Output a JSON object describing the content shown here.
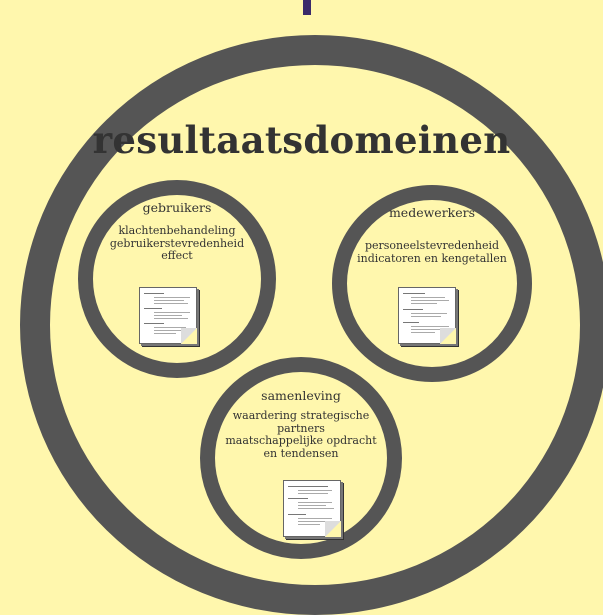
{
  "title": "resultaatsdomeinen",
  "domains": [
    {
      "label": "gebruikers",
      "items": [
        "klachtenbehandeling",
        "gebruikerstevredenheid",
        "effect"
      ]
    },
    {
      "label": "medewerkers",
      "items": [
        "personeelstevredenheid",
        "indicatoren en kengetallen"
      ]
    },
    {
      "label": "samenleving",
      "items": [
        "waardering strategische",
        "partners",
        "maatschappelijke opdracht",
        "en tendensen"
      ]
    }
  ],
  "colors": {
    "background": "#fff7ad",
    "ring": "#555555",
    "text": "#333333",
    "connector": "#3a2a6a"
  },
  "icons": [
    "document-icon"
  ]
}
